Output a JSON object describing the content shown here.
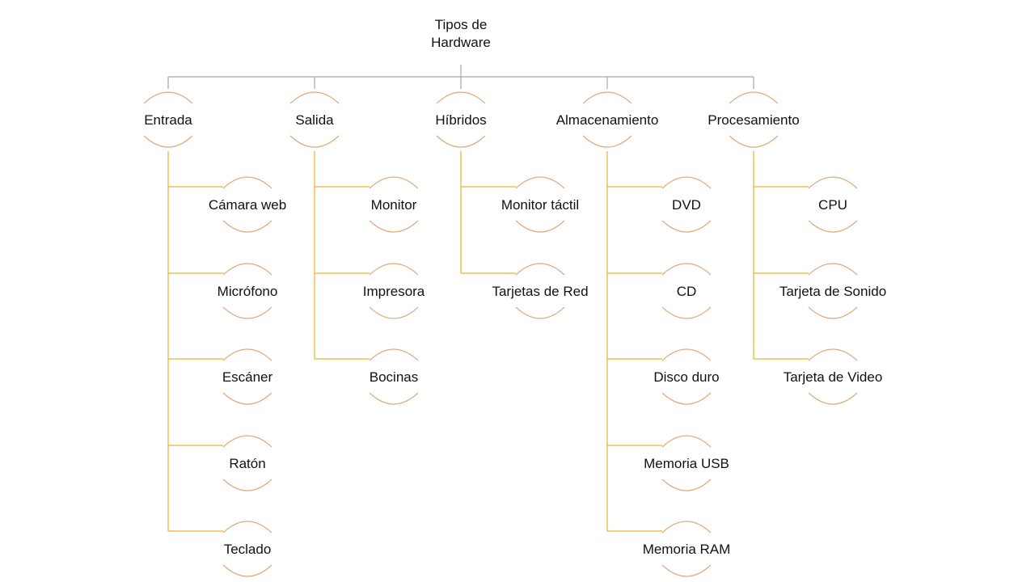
{
  "root": {
    "label": "Tipos de Hardware",
    "lines": [
      "Tipos de",
      "Hardware"
    ]
  },
  "categories": [
    {
      "label": "Entrada",
      "items": [
        "Cámara web",
        "Micrófono",
        "Escáner",
        "Ratón",
        "Teclado"
      ]
    },
    {
      "label": "Salida",
      "items": [
        "Monitor",
        "Impresora",
        "Bocinas"
      ]
    },
    {
      "label": "Híbridos",
      "items": [
        "Monitor táctil",
        "Tarjetas de Red"
      ]
    },
    {
      "label": "Almacenamiento",
      "items": [
        "DVD",
        "CD",
        "Disco duro",
        "Memoria USB",
        "Memoria RAM"
      ]
    },
    {
      "label": "Procesamiento",
      "items": [
        "CPU",
        "Tarjeta de Sonido",
        "Tarjeta de Video"
      ]
    }
  ],
  "colors": {
    "root_connector": "#a6a6a6",
    "child_connector": "#e7b32a",
    "arc": "#e2a97a"
  }
}
